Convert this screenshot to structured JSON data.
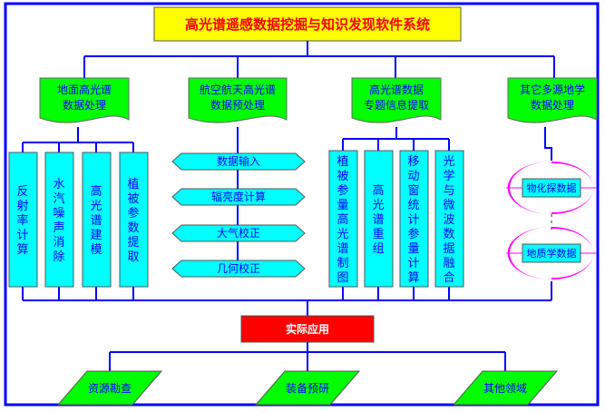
{
  "title": "高光谱遥感数据挖掘与知识发现软件系统",
  "colors": {
    "frame": "#0000ff",
    "line": "#0000ff",
    "title_fill": "#ffff00",
    "title_text": "#ff0000",
    "doc_fill": "#00ff00",
    "doc_text": "#0000ff",
    "step_fill": "#00ffff",
    "step_text": "#0000ff",
    "ellipse": "#ff00ff",
    "apply_fill": "#ff0000",
    "apply_text": "#ffffff",
    "para_fill": "#00ff00",
    "para_text": "#0000ff"
  },
  "branches": [
    {
      "id": "ground",
      "label_lines": [
        "地面高光谱",
        "数据处理"
      ],
      "children": [
        "反射率计算",
        "水汽噪声消除",
        "高光谱建模",
        "植被参数提取"
      ]
    },
    {
      "id": "airborne",
      "label_lines": [
        "航空航天高光谱",
        "数据预处理"
      ],
      "children": [
        "数据输入",
        "辐亮度计算",
        "大气校正",
        "几何校正"
      ]
    },
    {
      "id": "thematic",
      "label_lines": [
        "高光谱数据",
        "专题信息提取"
      ],
      "children": [
        "植被参量高光谱制图",
        "高光谱重组",
        "移动窗统计参量计算",
        "光学与微波数据融合"
      ]
    },
    {
      "id": "multisource",
      "label_lines": [
        "其它多源地学",
        "数据处理"
      ],
      "children": [
        "物化探数据",
        "地质学数据"
      ]
    }
  ],
  "application": {
    "label": "实际应用",
    "children": [
      "资源勘查",
      "装备预研",
      "其他领域"
    ]
  }
}
